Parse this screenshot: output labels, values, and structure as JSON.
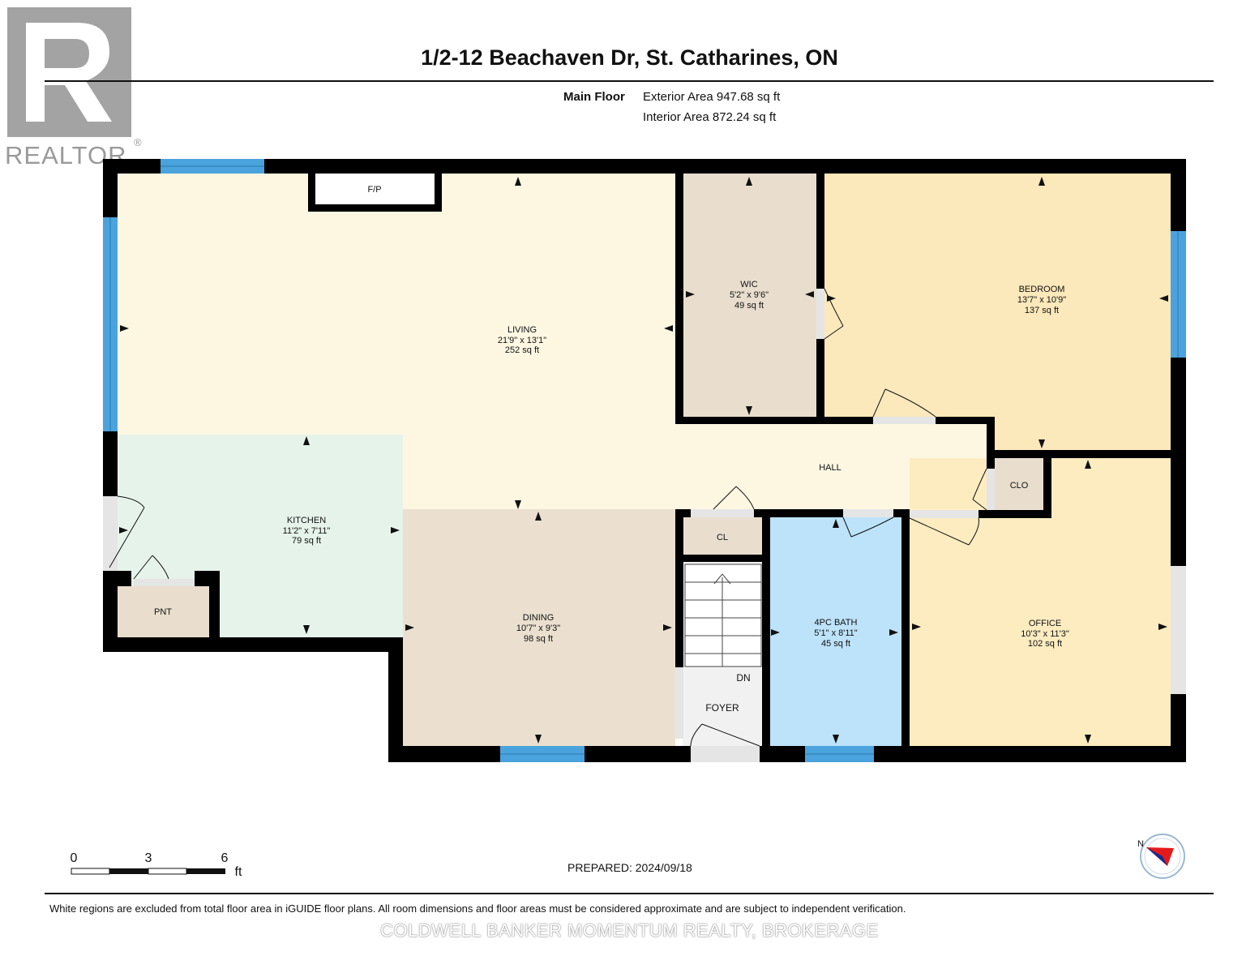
{
  "header": {
    "title": "1/2-12 Beachaven Dr, St. Catharines, ON",
    "floor_name": "Main Floor",
    "exterior_area": "Exterior Area 947.68 sq ft",
    "interior_area": "Interior Area 872.24 sq ft"
  },
  "logo": {
    "text": "REALTOR",
    "mark": "®"
  },
  "rooms": {
    "living": {
      "name": "LIVING",
      "dims": "21'9\" x 13'1\"",
      "area": "252 sq ft"
    },
    "wic": {
      "name": "WIC",
      "dims": "5'2\" x 9'6\"",
      "area": "49 sq ft"
    },
    "bedroom": {
      "name": "BEDROOM",
      "dims": "13'7\" x 10'9\"",
      "area": "137 sq ft"
    },
    "kitchen": {
      "name": "KITCHEN",
      "dims": "11'2\" x 7'11\"",
      "area": "79 sq ft"
    },
    "dining": {
      "name": "DINING",
      "dims": "10'7\" x 9'3\"",
      "area": "98 sq ft"
    },
    "bath": {
      "name": "4PC BATH",
      "dims": "5'1\" x 8'11\"",
      "area": "45 sq ft"
    },
    "office": {
      "name": "OFFICE",
      "dims": "10'3\" x 11'3\"",
      "area": "102 sq ft"
    }
  },
  "labels": {
    "fireplace": "F/P",
    "hall": "HALL",
    "closet_clo": "CLO",
    "closet_cl": "CL",
    "pantry": "PNT",
    "stairs_down": "DN",
    "foyer": "FOYER"
  },
  "scale": {
    "ticks": [
      "0",
      "3",
      "6"
    ],
    "unit": "ft"
  },
  "compass": {
    "letter": "N"
  },
  "footer": {
    "prepared": "PREPARED: 2024/09/18",
    "disclaimer": "White regions are excluded from total floor area in iGUIDE floor plans. All room dimensions and floor areas must be considered approximate and are subject to independent verification.",
    "brokerage": "COLDWELL BANKER MOMENTUM REALTY, BROKERAGE"
  },
  "colors": {
    "living": "#fdf7e2",
    "kitchen": "#e6f3ea",
    "wic": "#e9dece",
    "bedroom": "#fbe8bb",
    "dining": "#ebe0cf",
    "bath": "#bde3fa",
    "office": "#fcecc0",
    "closet": "#e9dece",
    "wall": "#000000",
    "window": "#4aa3dc"
  }
}
